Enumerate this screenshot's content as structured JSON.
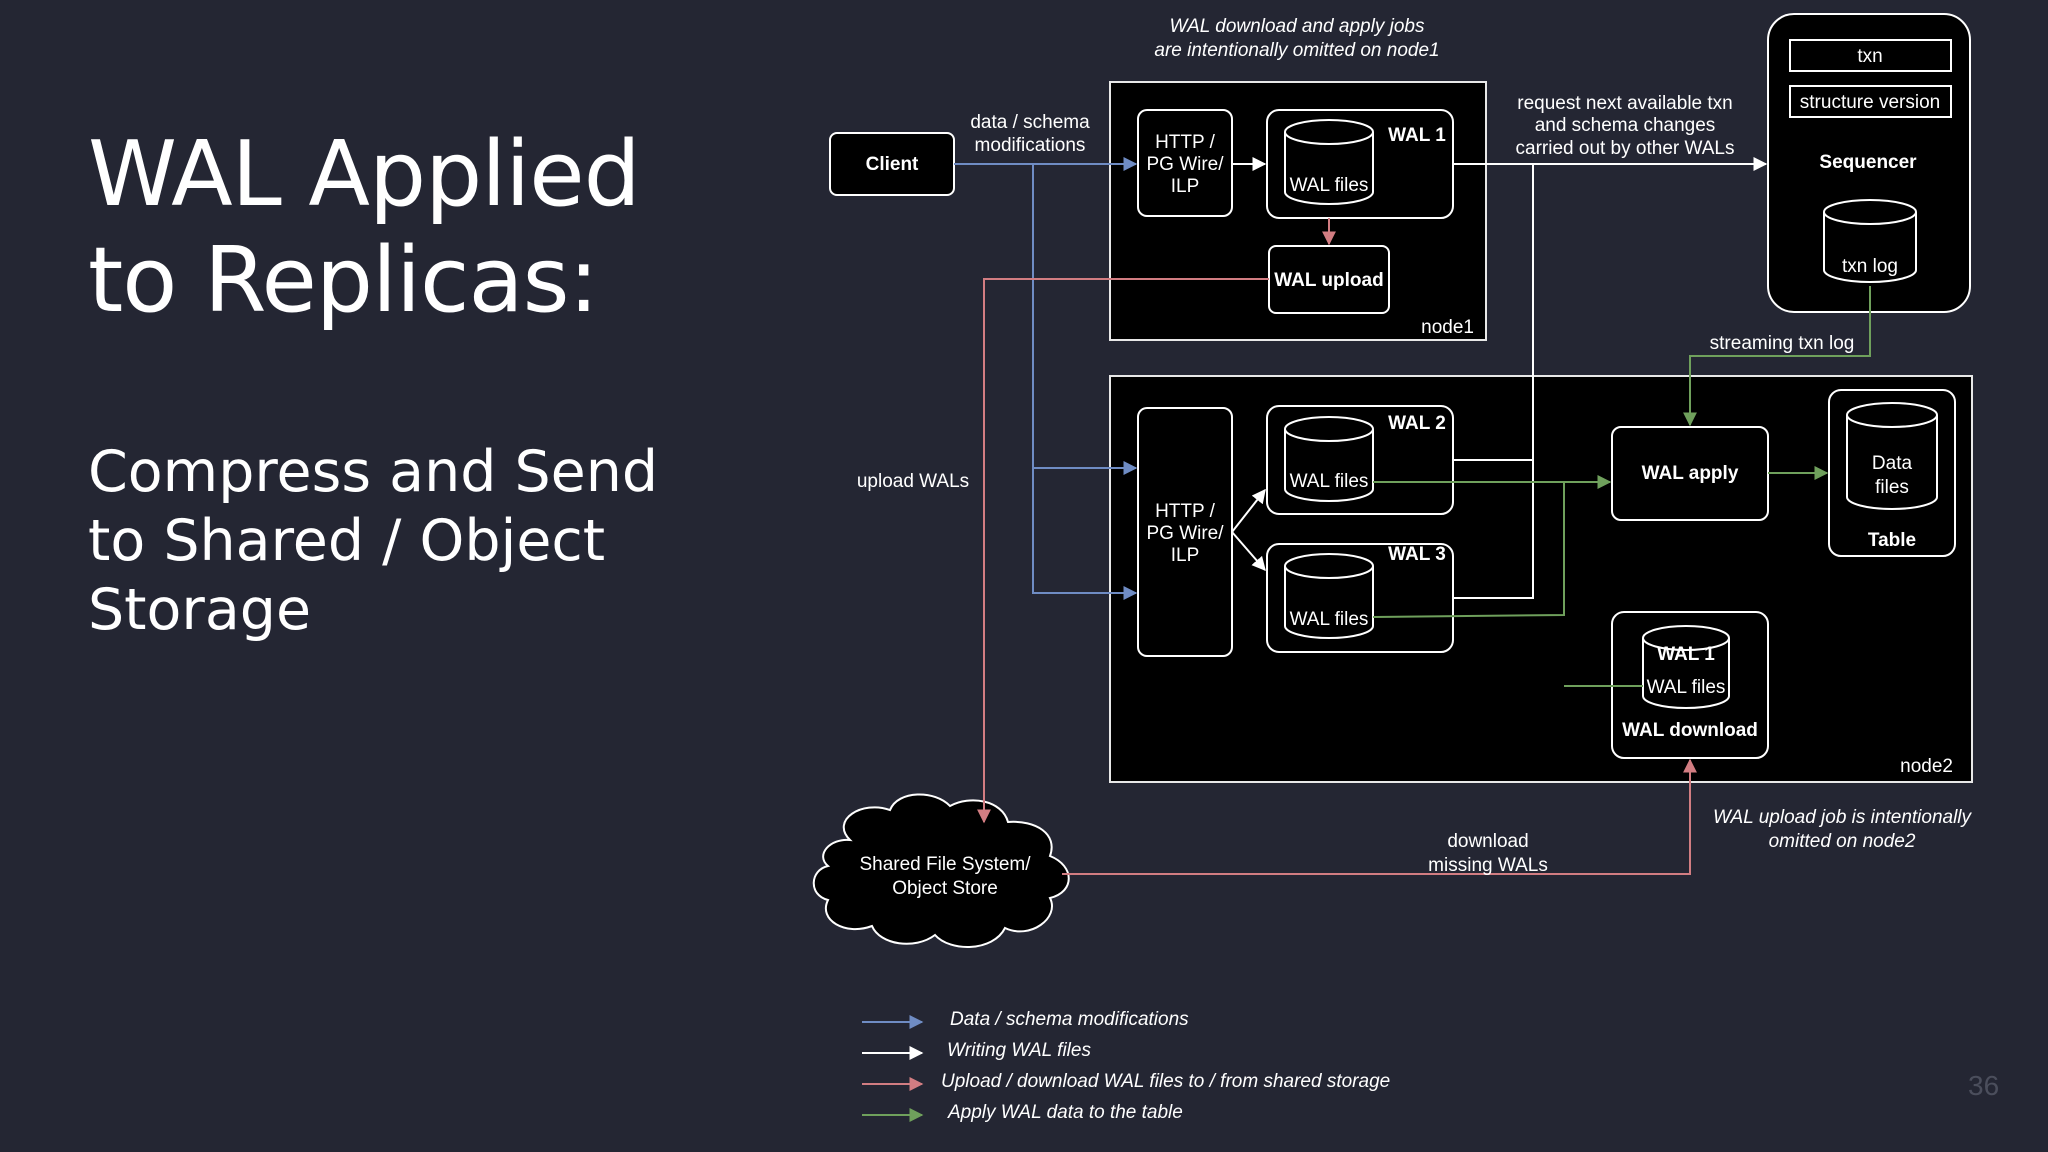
{
  "slide": {
    "title_line1": "WAL Applied",
    "title_line2": "to Replicas:",
    "subtitle_line1": "Compress and Send",
    "subtitle_line2": "to Shared / Object",
    "subtitle_line3": "Storage",
    "page_number": "36"
  },
  "diagram": {
    "client": "Client",
    "edge_data_schema_1": "data / schema",
    "edge_data_schema_2": "modifications",
    "node1_http_1": "HTTP /",
    "node1_http_2": "PG Wire/",
    "node1_http_3": "ILP",
    "wal1_label": "WAL 1",
    "wal_files": "WAL files",
    "wal_upload": "WAL upload",
    "node1_label": "node1",
    "note_top_1": "WAL download and apply jobs",
    "note_top_2": "are intentionally omitted on node1",
    "request_1": "request next available txn",
    "request_2": "and schema changes",
    "request_3": "carried out by other WALs",
    "seq_txn": "txn",
    "seq_structure": "structure version",
    "sequencer": "Sequencer",
    "txn_log": "txn log",
    "streaming": "streaming txn log",
    "upload_wals": "upload WALs",
    "node2_http_1": "HTTP /",
    "node2_http_2": "PG Wire/",
    "node2_http_3": "ILP",
    "wal2_label": "WAL 2",
    "wal3_label": "WAL 3",
    "wal_apply": "WAL apply",
    "data_files_1": "Data",
    "data_files_2": "files",
    "table": "Table",
    "dl_wal1": "WAL 1",
    "wal_download": "WAL download",
    "node2_label": "node2",
    "note_bottom_1": "WAL upload job is intentionally",
    "note_bottom_2": "omitted on node2",
    "download_1": "download",
    "download_2": "missing WALs",
    "storage_1": "Shared File System/",
    "storage_2": "Object Store"
  },
  "legend": [
    {
      "label": "Data / schema modifications",
      "color": "#6f8cc4"
    },
    {
      "label": "Writing WAL files",
      "color": "#ffffff"
    },
    {
      "label": "Upload / download WAL files to / from shared storage",
      "color": "#d27d82"
    },
    {
      "label": "Apply WAL data to the table",
      "color": "#6fa05c"
    }
  ]
}
